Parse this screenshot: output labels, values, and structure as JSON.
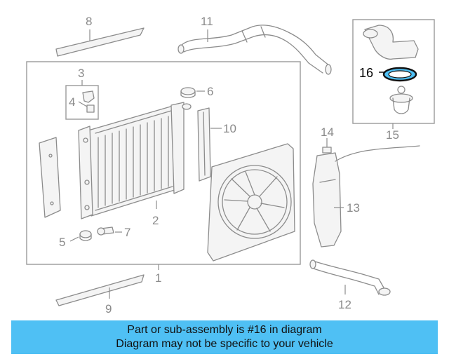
{
  "callouts": {
    "c1": "1",
    "c2": "2",
    "c3": "3",
    "c4": "4",
    "c5": "5",
    "c6": "6",
    "c7": "7",
    "c8": "8",
    "c9": "9",
    "c10": "10",
    "c11": "11",
    "c12": "12",
    "c13": "13",
    "c14": "14",
    "c15": "15",
    "c16": "16"
  },
  "highlight_part": "16",
  "highlight_color": "#4fc0f4",
  "banner": {
    "line1": "Part or sub-assembly is #16 in diagram",
    "line2": "Diagram may not be specific to your vehicle",
    "background": "#4fc0f4"
  }
}
